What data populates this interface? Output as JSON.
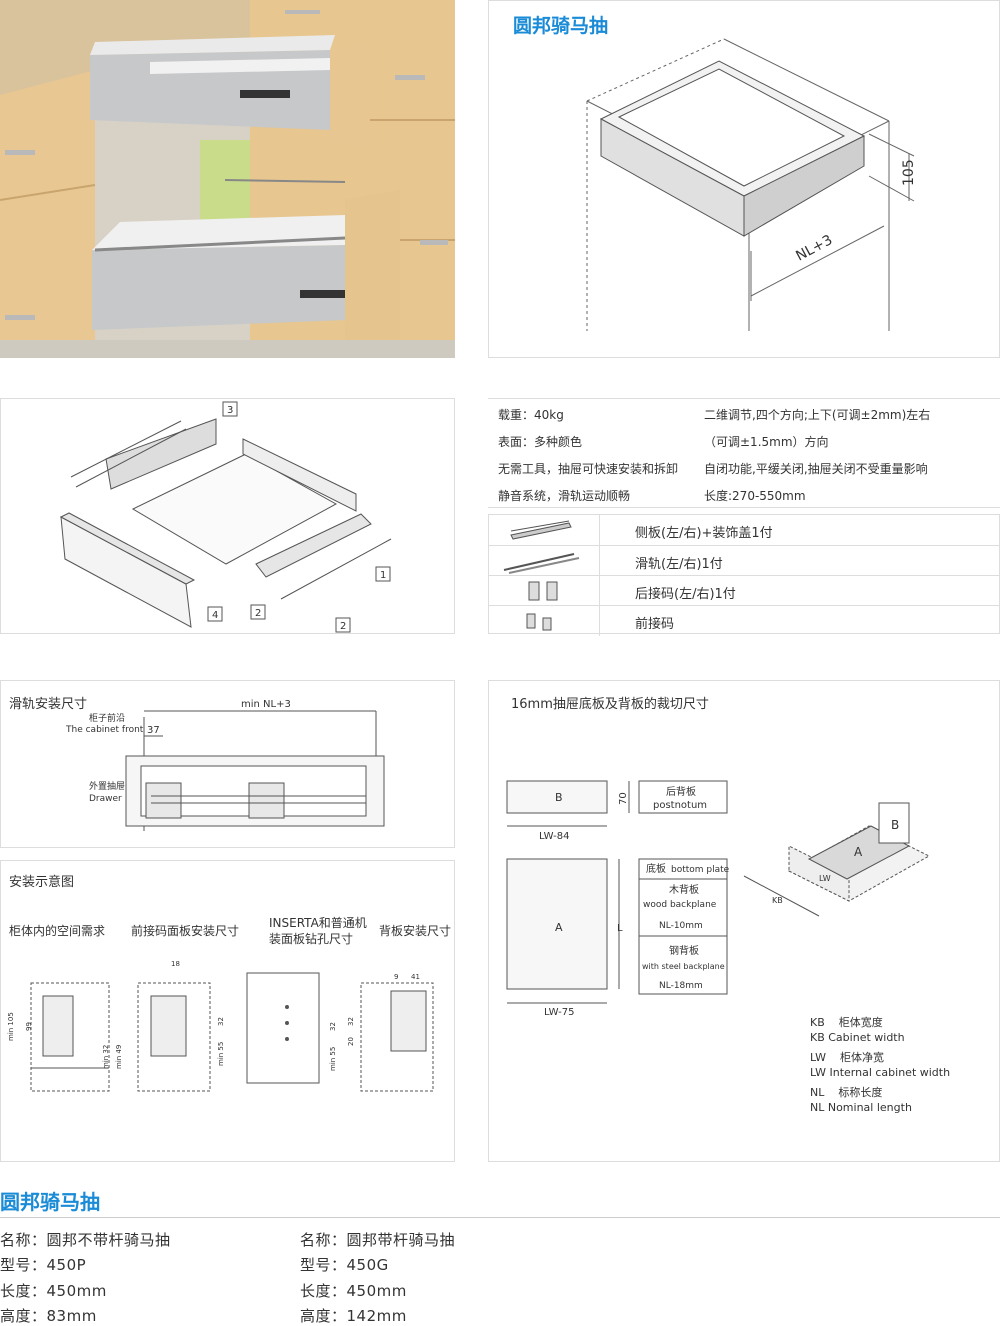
{
  "header": {
    "title": "圆邦骑马抽"
  },
  "iso_figure": {
    "height_label": "105",
    "width_label": "NL+3"
  },
  "exploded": {
    "callouts": [
      "3",
      "1",
      "4",
      "2",
      "2"
    ]
  },
  "specs": {
    "rows": [
      {
        "left": "载重：40kg",
        "right": "二维调节,四个方向;上下(可调±2mm)左右"
      },
      {
        "left": "表面：多种颜色",
        "right": "（可调±1.5mm）方向"
      },
      {
        "left": "无需工具，抽屉可快速安装和拆卸",
        "right": "自闭功能,平缓关闭,抽屉关闭不受重量影响"
      },
      {
        "left": "静音系统，滑轨运动顺畅",
        "right": "长度:270-550mm"
      }
    ]
  },
  "kit": {
    "items": [
      {
        "label": "侧板(左/右)+装饰盖1付",
        "icon": "side-panel-icon"
      },
      {
        "label": "滑轨(左/右)1付",
        "icon": "slide-rail-icon"
      },
      {
        "label": "后接码(左/右)1付",
        "icon": "rear-bracket-icon"
      },
      {
        "label": "前接码",
        "icon": "front-bracket-icon"
      }
    ]
  },
  "rail_install": {
    "title": "滑轨安装尺寸",
    "min_label": "min NL+3",
    "front_cn": "柜子前沿",
    "front_en": "The cabinet front",
    "offset": "37",
    "drawer_cn": "外置抽屉",
    "drawer_en": "Drawer"
  },
  "cut_sizes": {
    "title": "16mm抽屉底板及背板的裁切尺寸",
    "b_label": "B",
    "h70": "70",
    "back_cn": "后背板",
    "back_en": "postnotum",
    "lw84": "LW-84",
    "a_label": "A",
    "l_label": "L",
    "bottom_cn": "底板",
    "bottom_en": "bottom plate",
    "wood_cn": "木背板",
    "wood_en": "wood backplane",
    "nl10": "NL-10mm",
    "steel_cn": "钢背板",
    "steel_en": "with steel backplane",
    "nl18": "NL-18mm",
    "lw75": "LW-75",
    "iso_b": "B",
    "iso_a": "A",
    "iso_lw": "LW",
    "iso_kb": "KB",
    "legend": [
      {
        "k": "KB",
        "cn": "柜体宽度",
        "en": "KB Cabinet width"
      },
      {
        "k": "LW",
        "cn": "柜体净宽",
        "en": "LW Internal cabinet width"
      },
      {
        "k": "NL",
        "cn": "标称长度",
        "en": "NL Nominal length"
      }
    ]
  },
  "install_diagram": {
    "title": "安装示意图",
    "col1": "柜体内的空间需求",
    "col2": "前接码面板安装尺寸",
    "col3a": "INSERTA和普通机",
    "col3b": "装面板钻孔尺寸",
    "col4": "背板安装尺寸",
    "dims1": [
      "min 105",
      "99",
      "min 32",
      "min 49"
    ],
    "dims2": [
      "18",
      "32",
      "min 55"
    ],
    "dims3": [
      "32",
      "min 55"
    ],
    "dims4": [
      "9",
      "41",
      "32",
      "20"
    ]
  },
  "product": {
    "title": "圆邦骑马抽",
    "col1": [
      "名称：圆邦不带杆骑马抽",
      "型号：450P",
      "长度：450mm",
      "高度：83mm"
    ],
    "col2": [
      "名称：圆邦带杆骑马抽",
      "型号：450G",
      "长度：450mm",
      "高度：142mm"
    ]
  },
  "colors": {
    "accent": "#1a8bd6",
    "border": "#dddddd",
    "wood": "#e6c48a"
  }
}
